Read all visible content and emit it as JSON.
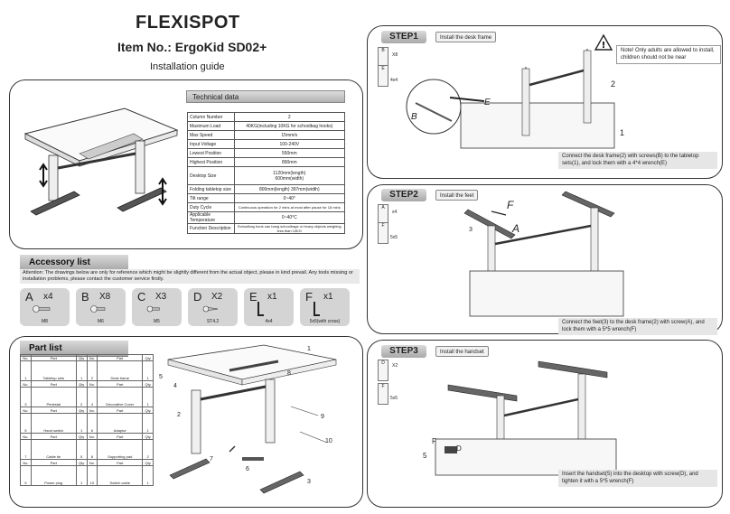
{
  "header": {
    "brand": "FLEXISPOT",
    "item_no": "Item No.: ErgoKid SD02+",
    "subtitle": "Installation guide"
  },
  "technical": {
    "title": "Technical data",
    "rows": [
      {
        "label": "Column Number",
        "value": "2"
      },
      {
        "label": "Maximum Load",
        "value": "40KG(including 10KG for schoolbag hooks)"
      },
      {
        "label": "Max Speed",
        "value": "15mm/s"
      },
      {
        "label": "Input Voltage",
        "value": "100-240V"
      },
      {
        "label": "Lowest Position",
        "value": "550mm"
      },
      {
        "label": "Highest Position",
        "value": "890mm"
      },
      {
        "label": "Desktop Size",
        "value": "1120mm(length)",
        "value2": "600mm(width)"
      },
      {
        "label": "Folding tabletop size",
        "value": "800mm(length)  397mm(width)"
      },
      {
        "label": "Tilt range",
        "value": "0~40°"
      },
      {
        "label": "Duty Cycle",
        "value": "Continuous operation for 2 mins at most after pause for 18 mins"
      },
      {
        "label": "Applicable Temperature",
        "value": "0~40°C"
      },
      {
        "label": "Function Description",
        "value": "Schoolbag hook can hang schoolbags or heavy objects weighing less than 10KG"
      }
    ]
  },
  "accessory": {
    "title": "Accessory list",
    "attention": "Attention: The drawings below are only for reference which might be slightly different from the actual object, please in kind prevail. Any tools missing or installation problems, please contact the customer service firstly.",
    "items": [
      {
        "letter": "A",
        "qty": "x4",
        "name": "M8"
      },
      {
        "letter": "B",
        "qty": "X8",
        "name": "M6"
      },
      {
        "letter": "C",
        "qty": "X3",
        "name": "M5"
      },
      {
        "letter": "D",
        "qty": "X2",
        "name": "ST4.2"
      },
      {
        "letter": "E",
        "qty": "x1",
        "name": "4x4"
      },
      {
        "letter": "F",
        "qty": "x1",
        "name": "5x5(with cross)"
      }
    ]
  },
  "parts": {
    "title": "Part list",
    "col_no": "No.",
    "col_part": "Part",
    "col_qty": "Qty",
    "items": [
      {
        "no": "1",
        "name": "Tabletop sets",
        "qty": "1"
      },
      {
        "no": "2",
        "name": "Desk frame",
        "qty": "1"
      },
      {
        "no": "3",
        "name": "Pedestal",
        "qty": "2"
      },
      {
        "no": "4",
        "name": "Decorative Cover",
        "qty": "1"
      },
      {
        "no": "5",
        "name": "Hand switch",
        "qty": "1"
      },
      {
        "no": "6",
        "name": "Adaptor",
        "qty": "1"
      },
      {
        "no": "7",
        "name": "Cable tie",
        "qty": "5"
      },
      {
        "no": "8",
        "name": "Supporting pad",
        "qty": "2"
      },
      {
        "no": "9",
        "name": "Power plug",
        "qty": "1"
      },
      {
        "no": "10",
        "name": "Switch cable",
        "qty": "1"
      }
    ]
  },
  "exploded_callouts": [
    "1",
    "2",
    "3",
    "4",
    "5",
    "6",
    "7",
    "8",
    "9",
    "10"
  ],
  "step1": {
    "label": "STEP1",
    "desc": "Install the desk frame",
    "warning": "Note! Only adults are allowed to install, children should not be near",
    "note": "Connect the desk frame(2) with screws(B) to the tabletop sets(1), and lock them with a 4*4 wrench(E)",
    "tool1": {
      "letter": "B",
      "qty": "X8"
    },
    "tool2": {
      "letter": "E",
      "size": "4x4"
    },
    "callouts": [
      "2",
      "E",
      "B",
      "1"
    ]
  },
  "step2": {
    "label": "STEP2",
    "desc": "Install the feet",
    "note": "Connect the feet(3) to the desk frame(2) with screw(A), and lock them with a 5*5 wrench(F)",
    "tool1": {
      "letter": "A",
      "qty": "x4"
    },
    "tool2": {
      "letter": "F",
      "size": "5x5"
    },
    "callouts": [
      "F",
      "A",
      "3"
    ]
  },
  "step3": {
    "label": "STEP3",
    "desc": "Install the handset",
    "note": "Insert the handset(5) into the desktop with screw(D), and tighten it with a 5*5 wrench(F)",
    "tool1": {
      "letter": "D",
      "qty": "X2"
    },
    "tool2": {
      "letter": "F",
      "size": "5x5"
    },
    "callouts": [
      "F",
      "D",
      "5"
    ]
  }
}
